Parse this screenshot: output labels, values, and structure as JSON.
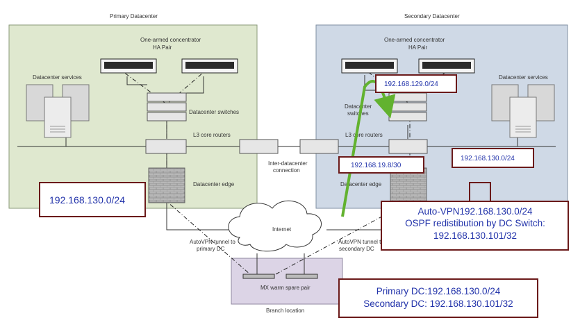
{
  "diagram": {
    "regions": {
      "primary_dc": "Primary Datacenter",
      "secondary_dc": "Secondary Datacenter",
      "branch": "Branch location"
    },
    "labels": {
      "primary_concentrator_line1": "One-armed concentrator",
      "primary_concentrator_line2": "HA Pair",
      "secondary_concentrator_line1": "One-armed concentrator",
      "secondary_concentrator_line2": "HA Pair",
      "primary_services": "Datacenter services",
      "secondary_services": "Datacenter services",
      "primary_switches": "Datacenter switches",
      "secondary_switches_line1": "Datacenter",
      "secondary_switches_line2": "switches",
      "primary_l3": "L3 core routers",
      "secondary_l3": "L3 core routers",
      "inter_dc_line1": "Inter-datacenter",
      "inter_dc_line2": "connection",
      "primary_edge": "Datacenter edge",
      "secondary_edge": "Datacenter edge",
      "internet": "Internet",
      "tunnel_primary_line1": "AutoVPN tunnel to",
      "tunnel_primary_line2": "primary DC",
      "tunnel_secondary_line1": "AutoVPN tunnel to",
      "tunnel_secondary_line2": "secondary DC",
      "mx_pair": "MX warm spare pair"
    },
    "callouts": {
      "primary_net": "192.168.130.0/24",
      "secondary_129": "192.168.129.0/24",
      "secondary_130": "192.168.130.0/24",
      "secondary_19": "192.168.19.8/30",
      "autovpn_line1": "Auto-VPN192.168.130.0/24",
      "autovpn_line2": "OSPF redistibution by DC Switch:",
      "autovpn_line3": "192.168.130.101/32",
      "branch_line1": "Primary DC:192.168.130.0/24",
      "branch_line2": "Secondary DC: 192.168.130.101/32"
    },
    "colors": {
      "primary_fill": "#dfe8cf",
      "secondary_fill": "#cfd9e6",
      "branch_fill": "#dcd4e6",
      "callout_border": "#6b1a1a",
      "network_text": "#2233aa",
      "route_arrow": "#62b22f"
    }
  }
}
